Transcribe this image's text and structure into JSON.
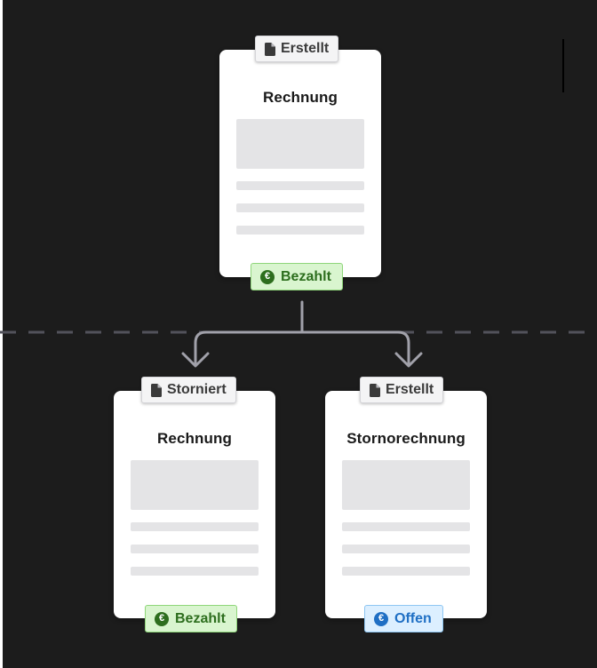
{
  "colors": {
    "background": "#1c1c1c",
    "card": "#ffffff",
    "placeholder": "#e4e4e6",
    "connector": "#a1a1aa",
    "divider": "#52525b",
    "paid_text": "#2d6e1e",
    "paid_bg": "#d9f5cf",
    "open_text": "#1f6fc4",
    "open_bg": "#dcefff"
  },
  "top_document": {
    "tag": {
      "icon": "document-icon",
      "label": "Erstellt"
    },
    "title": "Rechnung",
    "badge": {
      "icon": "euro-coin-icon",
      "label": "Bezahlt",
      "status": "paid"
    }
  },
  "left_document": {
    "tag": {
      "icon": "document-icon",
      "label": "Storniert"
    },
    "title": "Rechnung",
    "badge": {
      "icon": "euro-coin-icon",
      "label": "Bezahlt",
      "status": "paid"
    }
  },
  "right_document": {
    "tag": {
      "icon": "document-icon",
      "label": "Erstellt"
    },
    "title": "Stornorechnung",
    "badge": {
      "icon": "euro-coin-icon",
      "label": "Offen",
      "status": "open"
    }
  },
  "euro_symbol": "€"
}
